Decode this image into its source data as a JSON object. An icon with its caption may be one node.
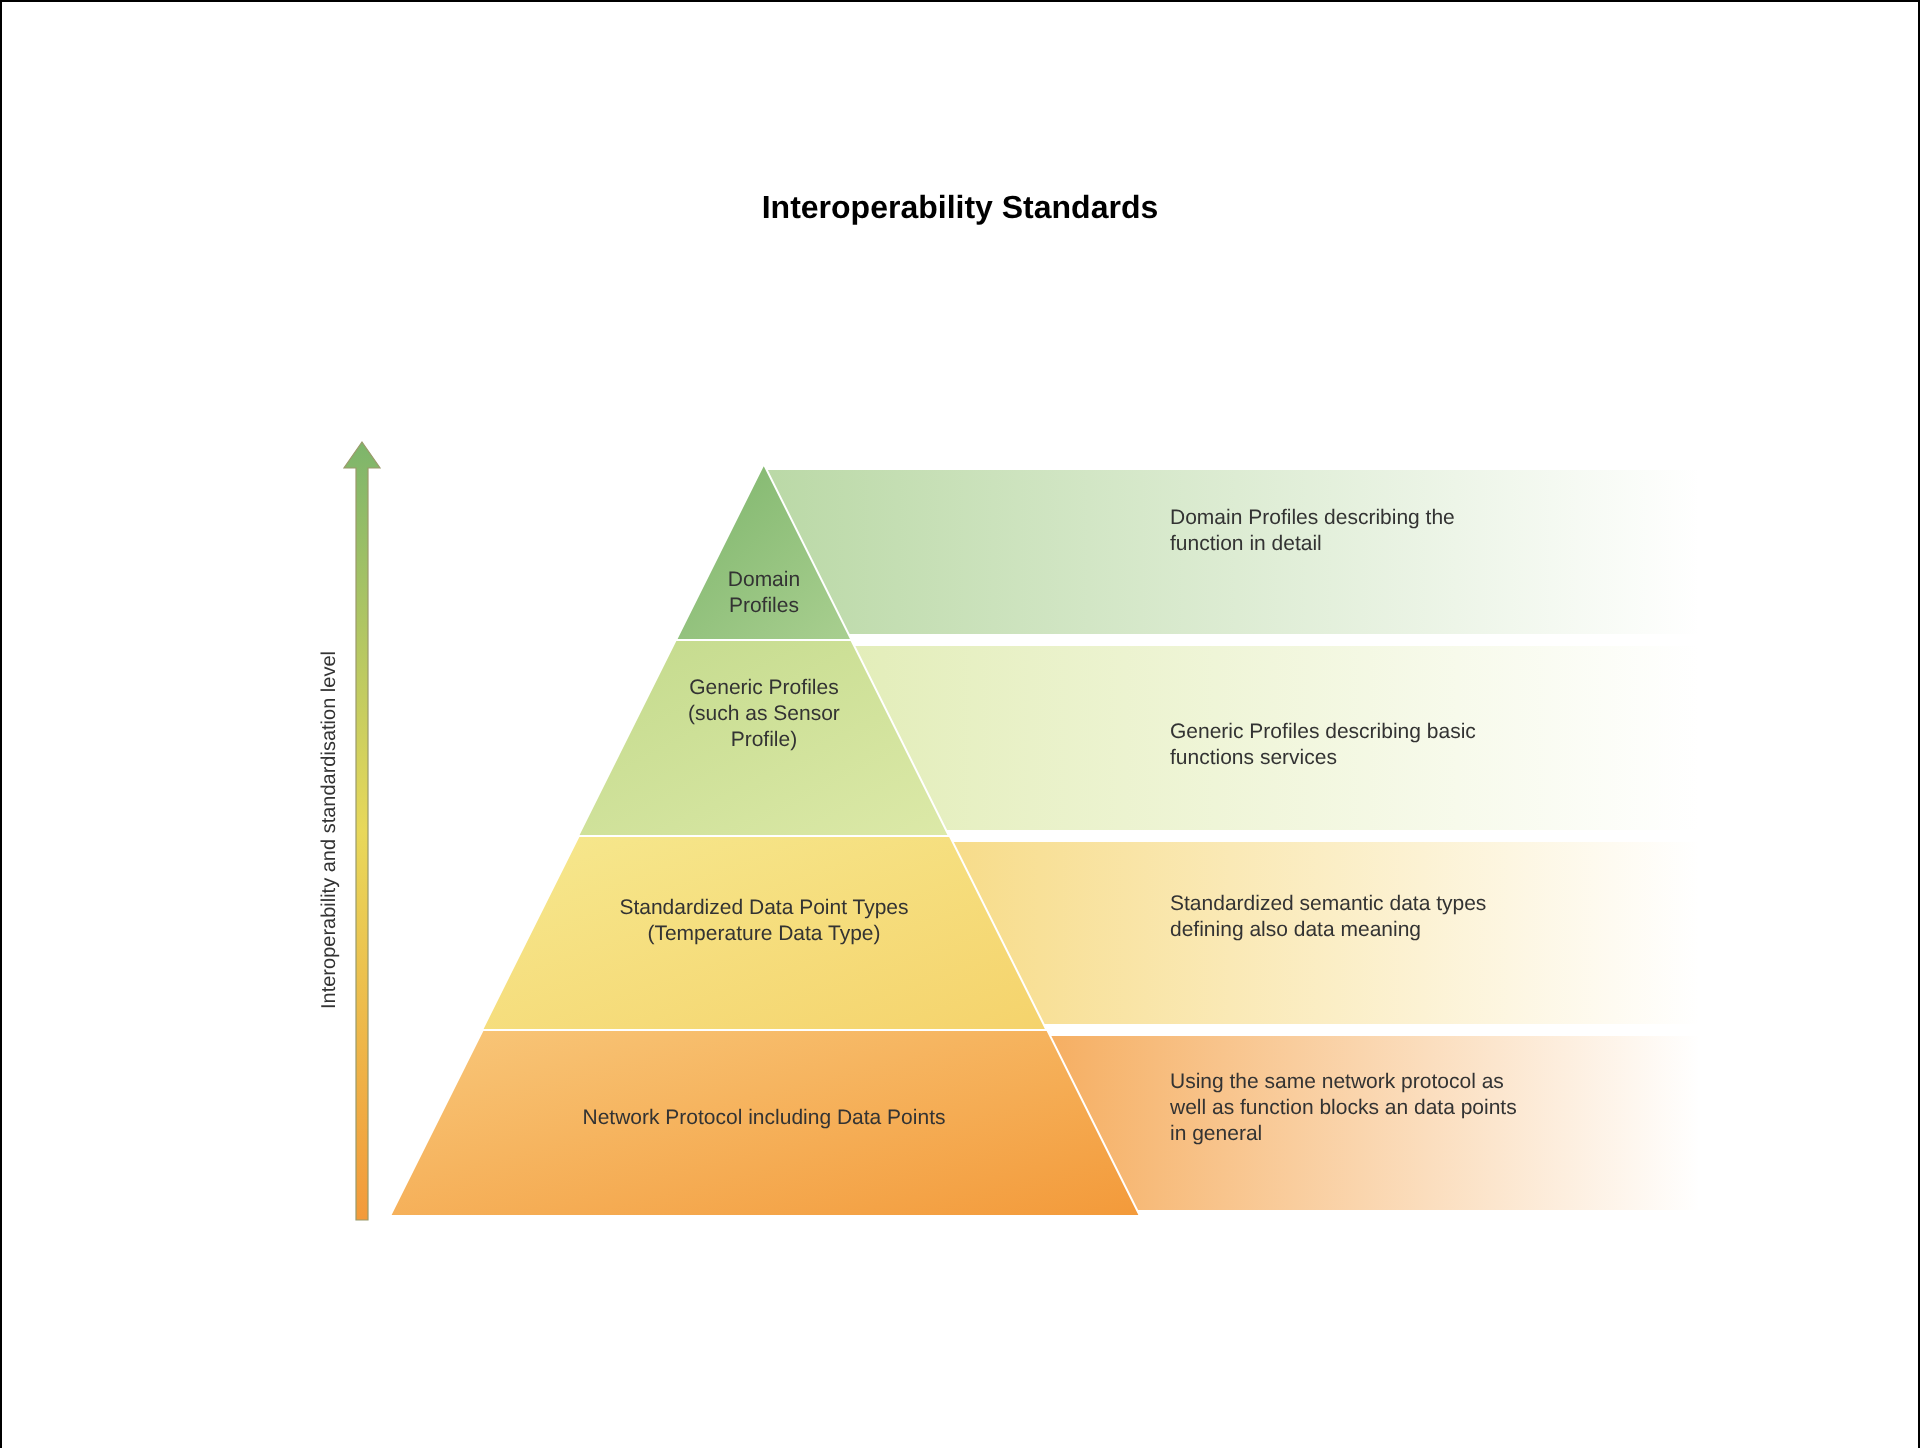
{
  "diagram": {
    "title": "Interoperability Standards",
    "nodes": [
      {
        "text": [
          "Domain Profiles"
        ]
      },
      {
        "text": [
          "Generic Profiles (such as Sensor Profile)"
        ]
      },
      {
        "text": [
          "Standardized Data Point Types (Temperature Data Type)"
        ]
      },
      {
        "text": [
          "Network Protocol including Data Points"
        ]
      }
    ],
    "edges": [],
    "labels": [
      "Interoperability and standardisation level",
      "Domain Profiles describing the function in detail",
      "Generic Profiles describing basic functions services",
      "Standardized semantic data types defining also data meaning",
      "Using the same network protocol as well as function blocks an data points in general"
    ]
  }
}
